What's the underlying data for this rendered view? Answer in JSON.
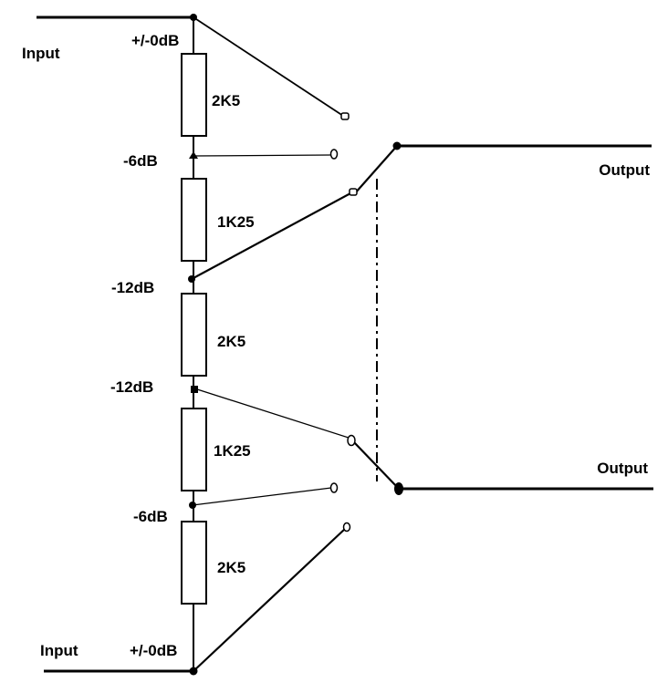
{
  "input_labels": {
    "top": "Input",
    "bottom": "Input"
  },
  "output_labels": {
    "top": "Output",
    "bottom": "Output"
  },
  "tap_labels": {
    "top_0db": "+/-0dB",
    "top_6db": "-6dB",
    "top_12db": "-12dB",
    "bottom_12db": "-12dB",
    "bottom_6db": "-6dB",
    "bottom_0db": "+/-0dB"
  },
  "resistors": [
    "2K5",
    "1K25",
    "2K5",
    "1K25",
    "2K5"
  ]
}
